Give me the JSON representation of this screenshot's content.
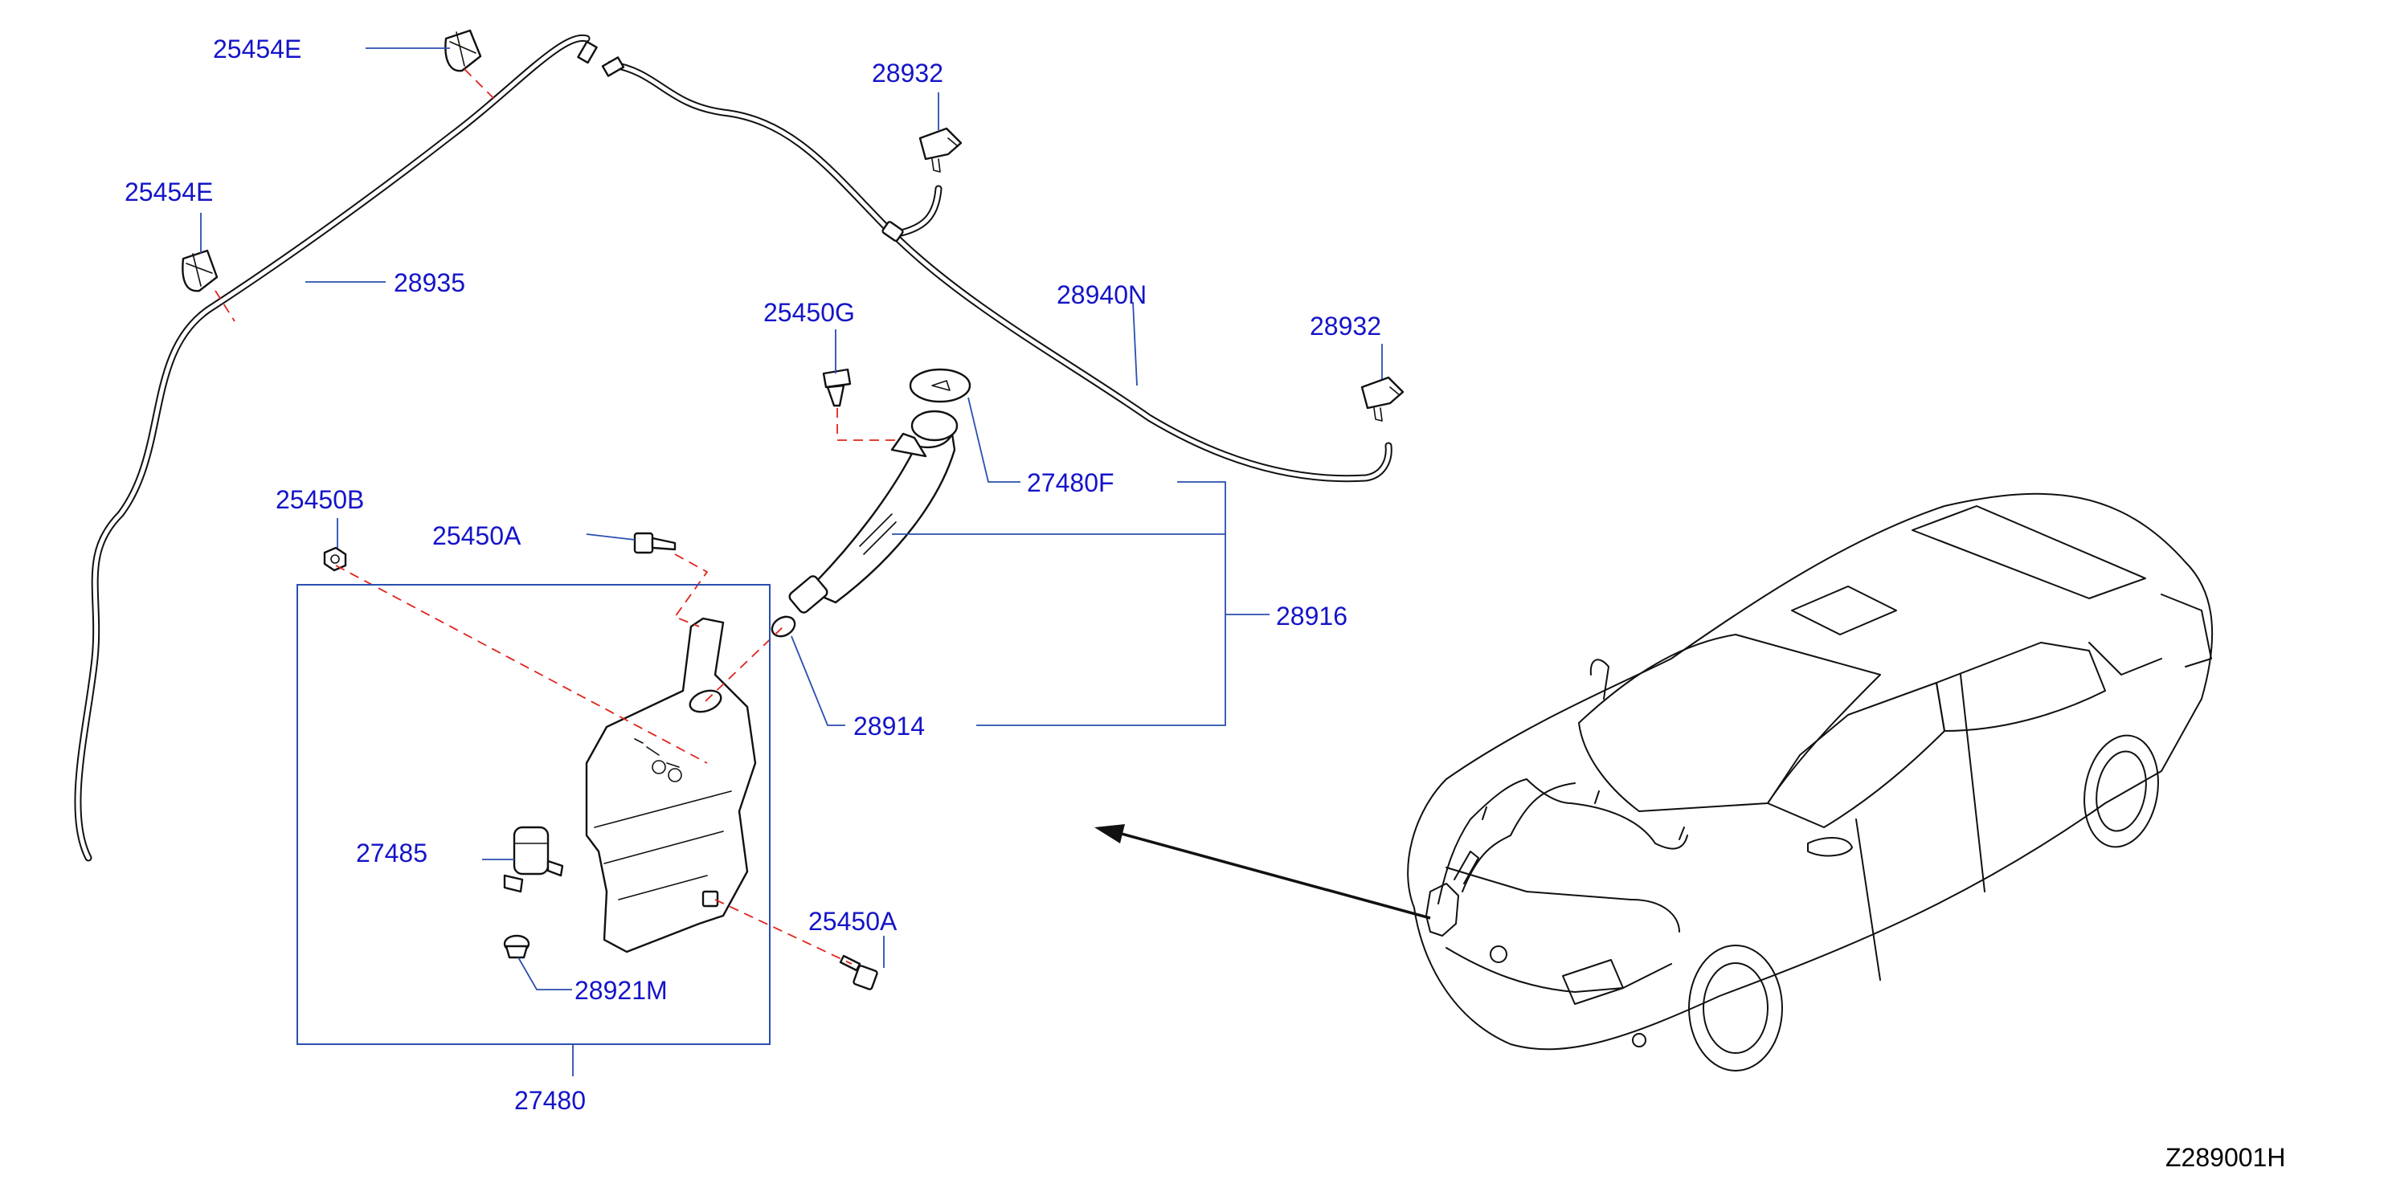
{
  "labels": {
    "l1": "25454E",
    "l2": "25454E",
    "l3": "28935",
    "l4": "28932",
    "l5": "28940N",
    "l6": "28932",
    "l7": "25450G",
    "l8": "27480F",
    "l9": "25450B",
    "l10": "25450A",
    "l11": "28916",
    "l12": "28914",
    "l13": "27485",
    "l14": "25450A",
    "l15": "28921M",
    "l16": "27480"
  },
  "diagram_code": "Z289001H",
  "colors": {
    "label": "#1414c8",
    "leader": "#2a4fb0",
    "dashed": "#e0241c",
    "line": "#111111"
  }
}
